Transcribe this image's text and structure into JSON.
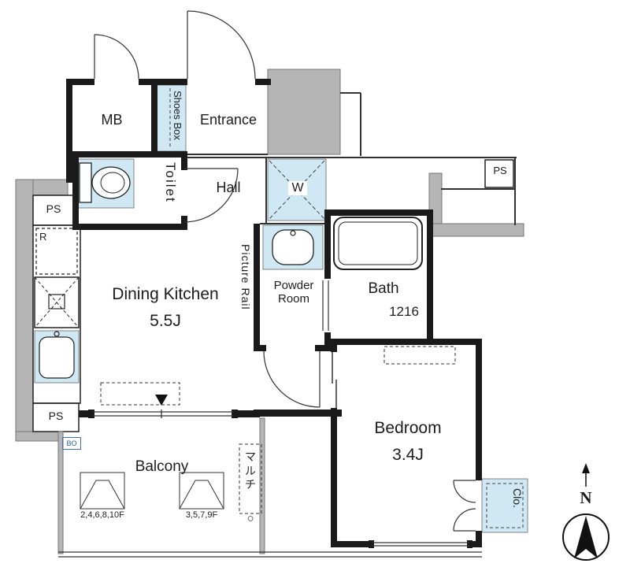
{
  "document": {
    "type": "apartment-floor-plan"
  },
  "colors": {
    "wall": "#1a1a1a",
    "concrete": "#b5b5b5",
    "wet_area": "#cfe8f4",
    "line": "#333333",
    "accent_blue": "#2a5d9c"
  },
  "labels": {
    "mb": "MB",
    "shoes_box": "Shoes Box",
    "entrance": "Entrance",
    "toilet": "Toilet",
    "hall": "Hall",
    "washer": "W",
    "ps_top_right": "PS",
    "ps_left": "PS",
    "ps_bottom_left": "PS",
    "fridge": "R",
    "dining_kitchen": "Dining Kitchen",
    "dining_kitchen_size": "5.5J",
    "picture_rail": "Picture Rail",
    "powder_room": "Powder Room",
    "bath": "Bath",
    "bath_size": "1216",
    "bedroom": "Bedroom",
    "bedroom_size": "3.4J",
    "balcony": "Balcony",
    "balcony_floors_even": "2,4,6,8,10F",
    "balcony_floors_odd": "3,5,7,9F",
    "multi": "マルチ",
    "multi_mark": "○",
    "bo": "BO",
    "closet": "Clo.",
    "north": "N"
  }
}
